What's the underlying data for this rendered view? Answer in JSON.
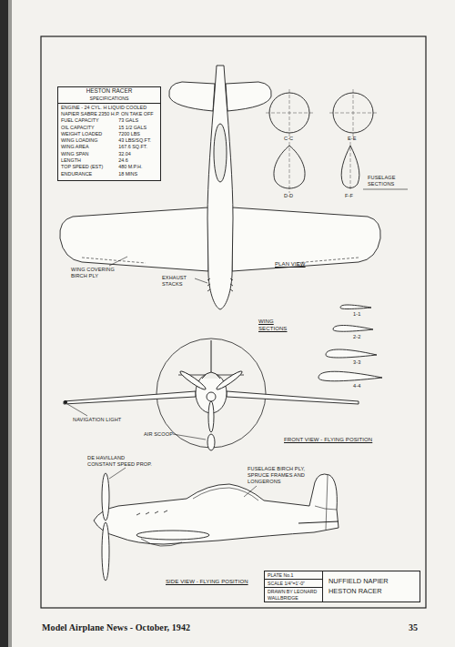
{
  "diagram": {
    "nodes": [
      {
        "text": [
          "HESTON RACER",
          "SPECIFICATIONS",
          "ENGINE - 24 CYL. H LIQUID COOLED",
          "NAPIER SABRE 2350 H.P. ON TAKE OFF",
          "FUEL CAPACITY",
          "73 GALS",
          "OIL CAPACITY",
          "15 1/2 GALS",
          "WEIGHT LOADED",
          "7200 LBS",
          "WING LOADING",
          "43 LBS/SQ.FT.",
          "WING AREA",
          "167.6 SQ.FT.",
          "WING SPAN",
          "32.04",
          "LENGTH",
          "24.6",
          "TOP SPEED (EST)",
          "480 M.P.H.",
          "ENDURANCE",
          "18 MINS"
        ]
      },
      {
        "text": [
          "PLATE No.1",
          "SCALE 1/4\"=1'-0\"",
          "DRAWN BY LEONARD WALLBRIDGE",
          "NUFFIELD NAPIER HESTON RACER"
        ]
      }
    ],
    "labels": [
      "C-C",
      "E-E",
      "D-D",
      "F-F",
      "FUSELAGE SECTIONS",
      "WING COVERING BIRCH PLY",
      "EXHAUST STACKS",
      "PLAN VIEW",
      "WING SECTIONS",
      "1-1",
      "2-2",
      "3-3",
      "4-4",
      "NAVIGATION LIGHT",
      "AIR SCOOP",
      "FRONT VIEW - FLYING POSITION",
      "DE HAVILLAND CONSTANT SPEED PROP.",
      "FUSELAGE BIRCH PLY, SPRUCE FRAMES AND LONGERONS",
      "SIDE VIEW - FLYING POSITION",
      "Model Airplane News - October, 1942",
      "35"
    ]
  }
}
